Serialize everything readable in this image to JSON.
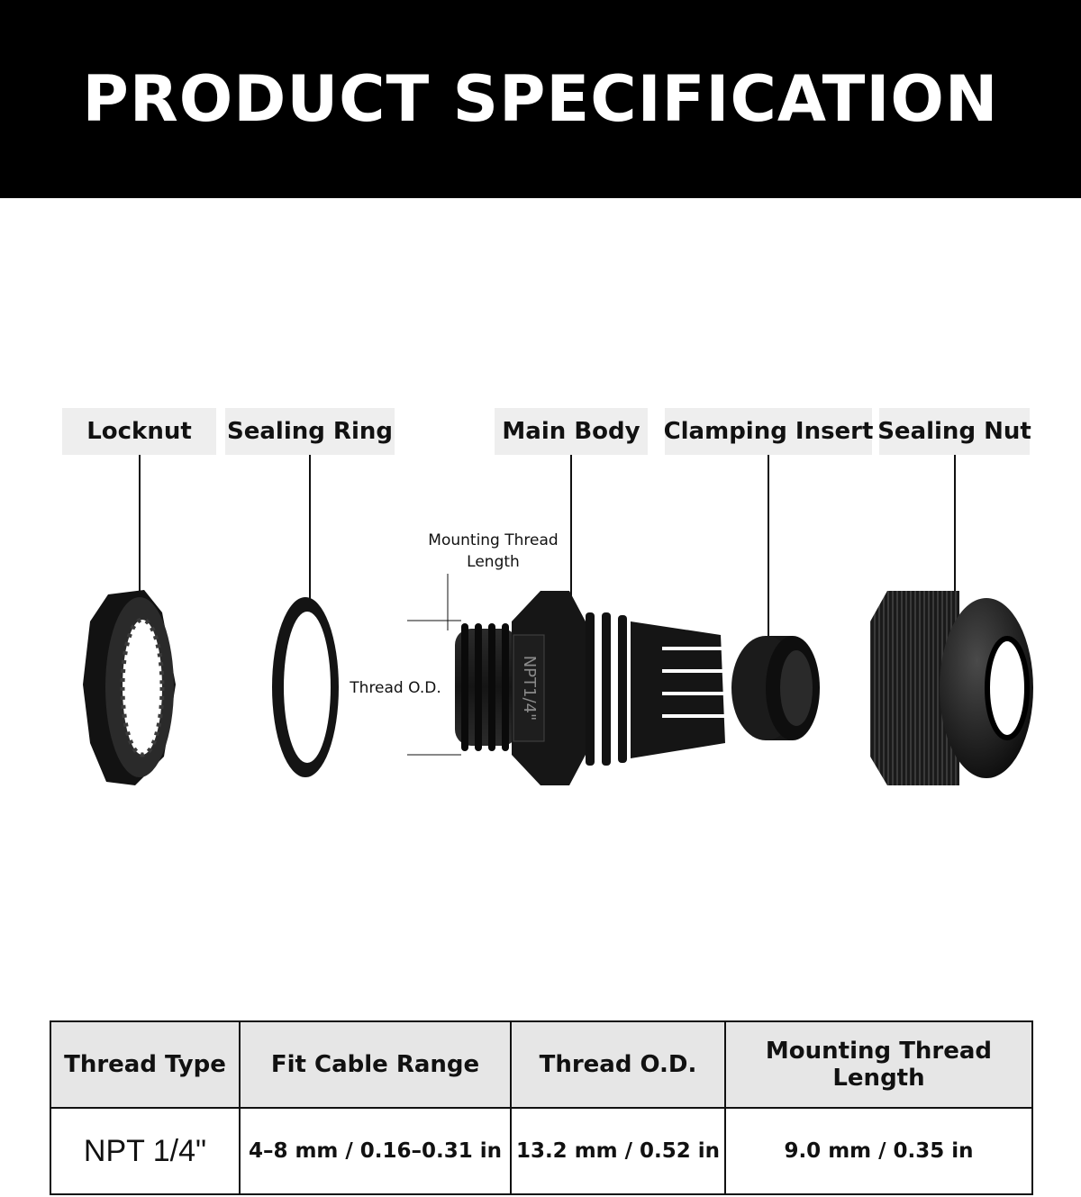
{
  "header": {
    "title": "PRODUCT SPECIFICATION"
  },
  "parts": {
    "locknut": "Locknut",
    "sealing_ring": "Sealing Ring",
    "main_body": "Main Body",
    "clamping_insert": "Clamping Insert",
    "sealing_nut": "Sealing Nut"
  },
  "dimensions": {
    "mounting_thread_length_line1": "Mounting Thread",
    "mounting_thread_length_line2": "Length",
    "thread_od": "Thread O.D."
  },
  "body_marking": "NPT1/4\"",
  "table": {
    "headers": [
      "Thread Type",
      "Fit Cable Range",
      "Thread O.D.",
      "Mounting Thread Length"
    ],
    "row": [
      "NPT 1/4\"",
      "4–8 mm / 0.16–0.31 in",
      "13.2 mm / 0.52 in",
      "9.0 mm / 0.35 in"
    ]
  },
  "colors": {
    "header_bg": "#000000",
    "label_bg": "#eeeeee",
    "table_header_bg": "#e6e6e6",
    "part_color": "#111111"
  }
}
